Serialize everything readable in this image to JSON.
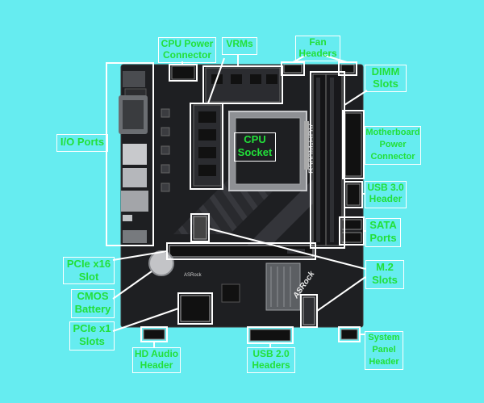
{
  "labels": {
    "cpu_power": "CPU Power\nConnector",
    "vrms": "VRMs",
    "fan_headers": "Fan\nHeaders",
    "dimm_slots": "DIMM\nSlots",
    "io_ports": "I/O Ports",
    "cpu_socket": "CPU\nSocket",
    "mb_power": "Motherboard\nPower\nConnector",
    "usb30": "USB 3.0\nHeader",
    "sata": "SATA\nPorts",
    "pcie16": "PCIe x16\nSlot",
    "cmos": "CMOS\nBattery",
    "m2": "M.2\nSlots",
    "pcie1": "PCIe x1\nSlots",
    "hd_audio": "HD Audio\nHeader",
    "usb20": "USB 2.0\nHeaders",
    "system_panel": "System\nPanel\nHeader"
  },
  "board": {
    "model_text": "B560M-HDV",
    "brand_text": "ASRock",
    "vendor_text": "ASRock"
  },
  "colors": {
    "background": "#66ecf0",
    "label_text": "#22e03a",
    "board": "#1e1f22",
    "outline": "#ffffff"
  }
}
